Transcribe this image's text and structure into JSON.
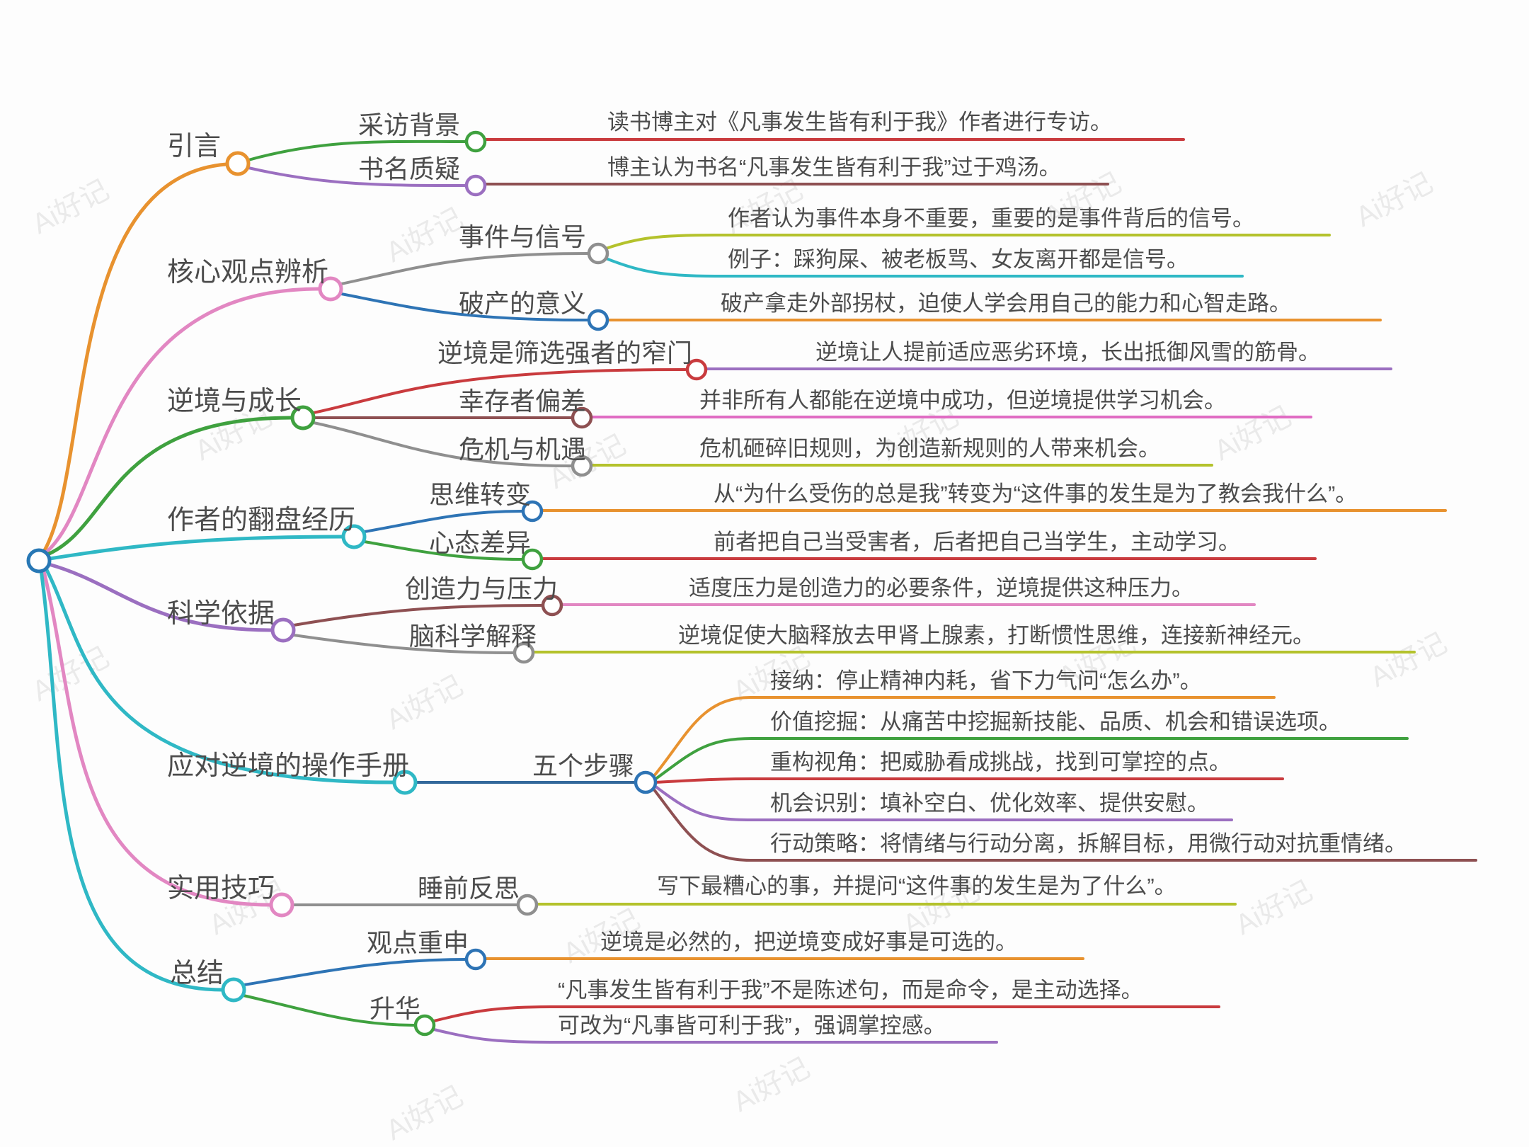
{
  "watermark": "Ai好记",
  "palette": {
    "orange": "#E8922F",
    "green": "#3FA13F",
    "purple": "#9B6FC0",
    "pink": "#E287C2",
    "magenta": "#E06CC3",
    "gray": "#8F8F8F",
    "blue": "#2E74B5",
    "red": "#C93B3E",
    "maroon": "#8E5052",
    "cyan": "#2FB8C5",
    "root_blue": "#2878B5",
    "yellow_green": "#B4C22C",
    "text": "#4C4C4C"
  },
  "branches": [
    {
      "label": "引言",
      "children": [
        {
          "label": "采访背景",
          "leaves": [
            {
              "text": "读书博主对《凡事发生皆有利于我》作者进行专访。"
            }
          ]
        },
        {
          "label": "书名质疑",
          "leaves": [
            {
              "text": "博主认为书名“凡事发生皆有利于我”过于鸡汤。"
            }
          ]
        }
      ]
    },
    {
      "label": "核心观点辨析",
      "children": [
        {
          "label": "事件与信号",
          "leaves": [
            {
              "text": "作者认为事件本身不重要，重要的是事件背后的信号。"
            },
            {
              "text": "例子：踩狗屎、被老板骂、女友离开都是信号。"
            }
          ]
        },
        {
          "label": "破产的意义",
          "leaves": [
            {
              "text": "破产拿走外部拐杖，迫使人学会用自己的能力和心智走路。"
            }
          ]
        }
      ]
    },
    {
      "label": "逆境与成长",
      "children": [
        {
          "label": "逆境是筛选强者的窄门",
          "leaves": [
            {
              "text": "逆境让人提前适应恶劣环境，长出抵御风雪的筋骨。"
            }
          ]
        },
        {
          "label": "幸存者偏差",
          "leaves": [
            {
              "text": "并非所有人都能在逆境中成功，但逆境提供学习机会。"
            }
          ]
        },
        {
          "label": "危机与机遇",
          "leaves": [
            {
              "text": "危机砸碎旧规则，为创造新规则的人带来机会。"
            }
          ]
        }
      ]
    },
    {
      "label": "作者的翻盘经历",
      "children": [
        {
          "label": "思维转变",
          "leaves": [
            {
              "text": "从“为什么受伤的总是我”转变为“这件事的发生是为了教会我什么”。"
            }
          ]
        },
        {
          "label": "心态差异",
          "leaves": [
            {
              "text": "前者把自己当受害者，后者把自己当学生，主动学习。"
            }
          ]
        }
      ]
    },
    {
      "label": "科学依据",
      "children": [
        {
          "label": "创造力与压力",
          "leaves": [
            {
              "text": "适度压力是创造力的必要条件，逆境提供这种压力。"
            }
          ]
        },
        {
          "label": "脑科学解释",
          "leaves": [
            {
              "text": "逆境促使大脑释放去甲肾上腺素，打断惯性思维，连接新神经元。"
            }
          ]
        }
      ]
    },
    {
      "label": "应对逆境的操作手册",
      "children": [
        {
          "label": "五个步骤",
          "leaves": [
            {
              "text": "接纳：停止精神内耗，省下力气问“怎么办”。"
            },
            {
              "text": "价值挖掘：从痛苦中挖掘新技能、品质、机会和错误选项。"
            },
            {
              "text": "重构视角：把威胁看成挑战，找到可掌控的点。"
            },
            {
              "text": "机会识别：填补空白、优化效率、提供安慰。"
            },
            {
              "text": "行动策略：将情绪与行动分离，拆解目标，用微行动对抗重情绪。"
            }
          ]
        }
      ]
    },
    {
      "label": "实用技巧",
      "children": [
        {
          "label": "睡前反思",
          "leaves": [
            {
              "text": "写下最糟心的事，并提问“这件事的发生是为了什么”。"
            }
          ]
        }
      ]
    },
    {
      "label": "总结",
      "children": [
        {
          "label": "观点重申",
          "leaves": [
            {
              "text": "逆境是必然的，把逆境变成好事是可选的。"
            }
          ]
        },
        {
          "label": "升华",
          "leaves": [
            {
              "text": "“凡事发生皆有利于我”不是陈述句，而是命令，是主动选择。"
            },
            {
              "text": "可改为“凡事皆可利于我”，强调掌控感。"
            }
          ]
        }
      ]
    }
  ]
}
